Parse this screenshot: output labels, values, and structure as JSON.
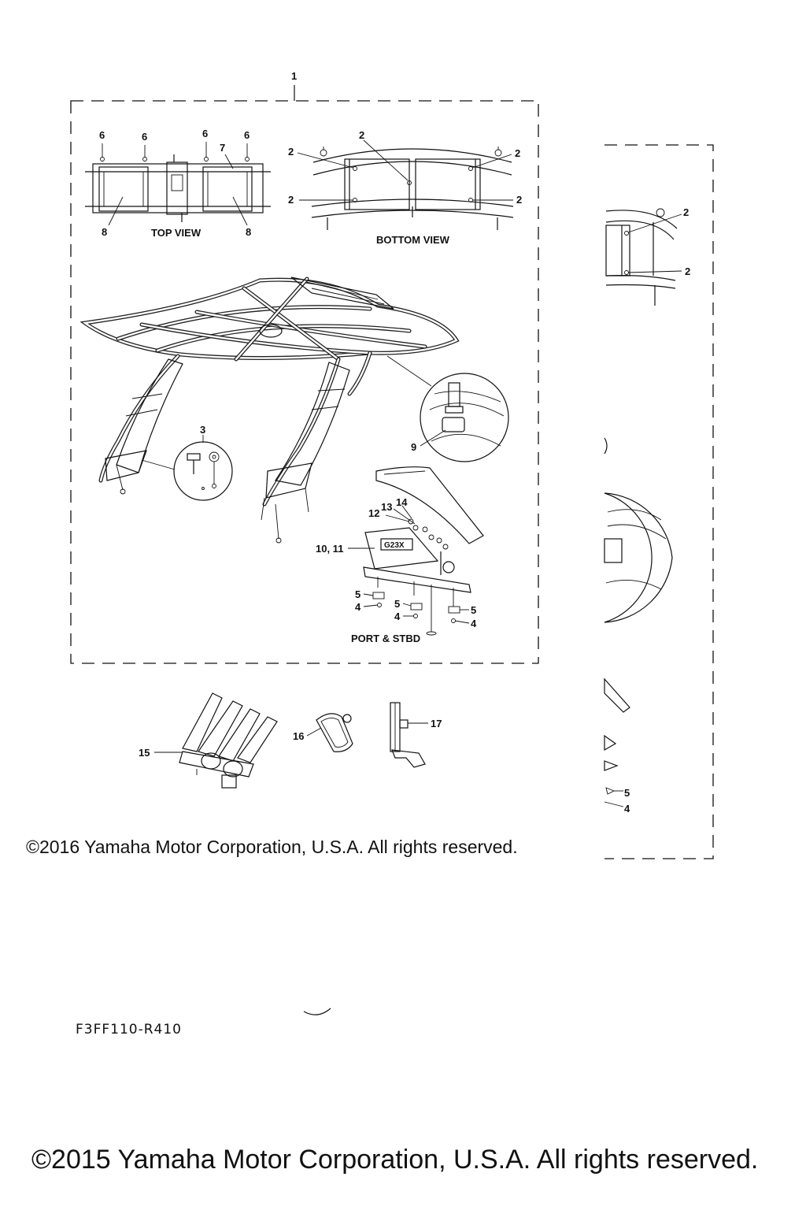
{
  "diagram": {
    "callouts": {
      "c1": "1",
      "c2": "2",
      "c3": "3",
      "c4": "4",
      "c5": "5",
      "c6": "6",
      "c7": "7",
      "c8": "8",
      "c9": "9",
      "c10_11": "10, 11",
      "c12": "12",
      "c13": "13",
      "c14": "14",
      "c15": "15",
      "c16": "16",
      "c17": "17"
    },
    "view_labels": {
      "top_view": "TOP VIEW",
      "bottom_view": "BOTTOM VIEW",
      "port_stbd": "PORT & STBD"
    },
    "badge_text": "G23X"
  },
  "footer": {
    "copyright_2016": "©2016 Yamaha Motor Corporation, U.S.A. All rights reserved.",
    "diagram_code": "F3FF110-R410",
    "copyright_2015": "©2015 Yamaha Motor Corporation, U.S.A. All rights reserved."
  }
}
